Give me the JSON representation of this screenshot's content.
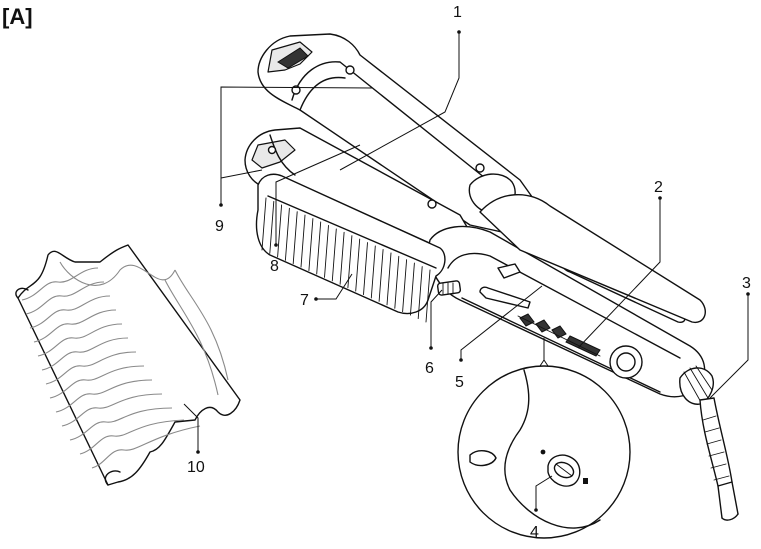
{
  "figure": {
    "label": "[A]"
  },
  "callouts": [
    {
      "id": "1",
      "text": "1"
    },
    {
      "id": "2",
      "text": "2"
    },
    {
      "id": "3",
      "text": "3"
    },
    {
      "id": "4",
      "text": "4"
    },
    {
      "id": "5",
      "text": "5"
    },
    {
      "id": "6",
      "text": "6"
    },
    {
      "id": "7",
      "text": "7"
    },
    {
      "id": "8",
      "text": "8"
    },
    {
      "id": "9",
      "text": "9"
    },
    {
      "id": "10",
      "text": "10"
    }
  ],
  "colors": {
    "line": "#111111",
    "shade": "#e9e9e9",
    "wave": "#8a8a8a",
    "background": "#ffffff"
  }
}
